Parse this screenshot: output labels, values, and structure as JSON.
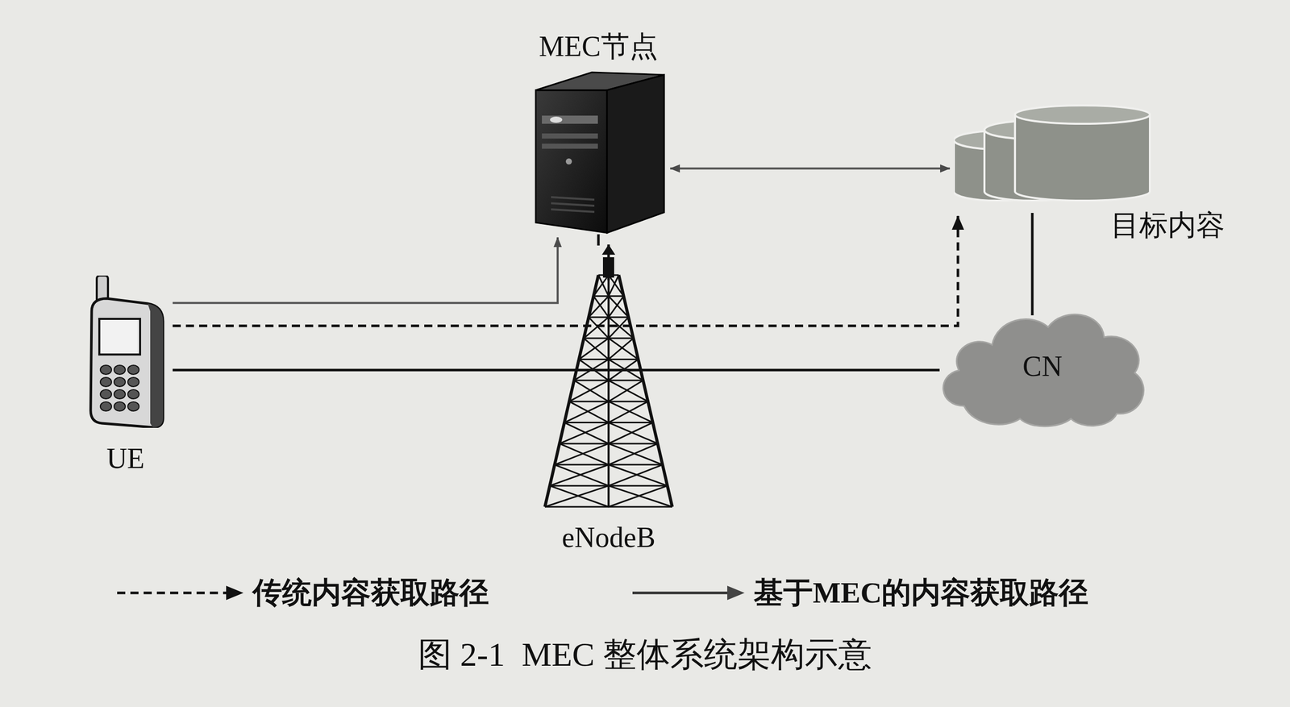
{
  "diagram": {
    "caption": "图 2-1  MEC 整体系统架构示意",
    "nodes": [
      {
        "text": [
          "MEC节点"
        ]
      },
      {
        "text": [
          "目标内容"
        ]
      },
      {
        "text": [
          "UE"
        ]
      },
      {
        "text": [
          "eNodeB"
        ]
      },
      {
        "text": [
          "CN"
        ]
      }
    ],
    "edges": [
      {
        "from": 0,
        "to": 1,
        "arrow": "both"
      },
      {
        "from": 2,
        "to": 0,
        "arrow": "to"
      },
      {
        "from": 2,
        "to": 1,
        "arrow": "to"
      },
      {
        "from": 2,
        "to": 4,
        "arrow": "none"
      },
      {
        "from": 4,
        "to": 1,
        "arrow": "none"
      },
      {
        "from": 0,
        "to": 3,
        "arrow": "none"
      }
    ],
    "legend": [
      {
        "text": "传统内容获取路径"
      },
      {
        "text": "基于MEC的内容获取路径"
      }
    ]
  }
}
